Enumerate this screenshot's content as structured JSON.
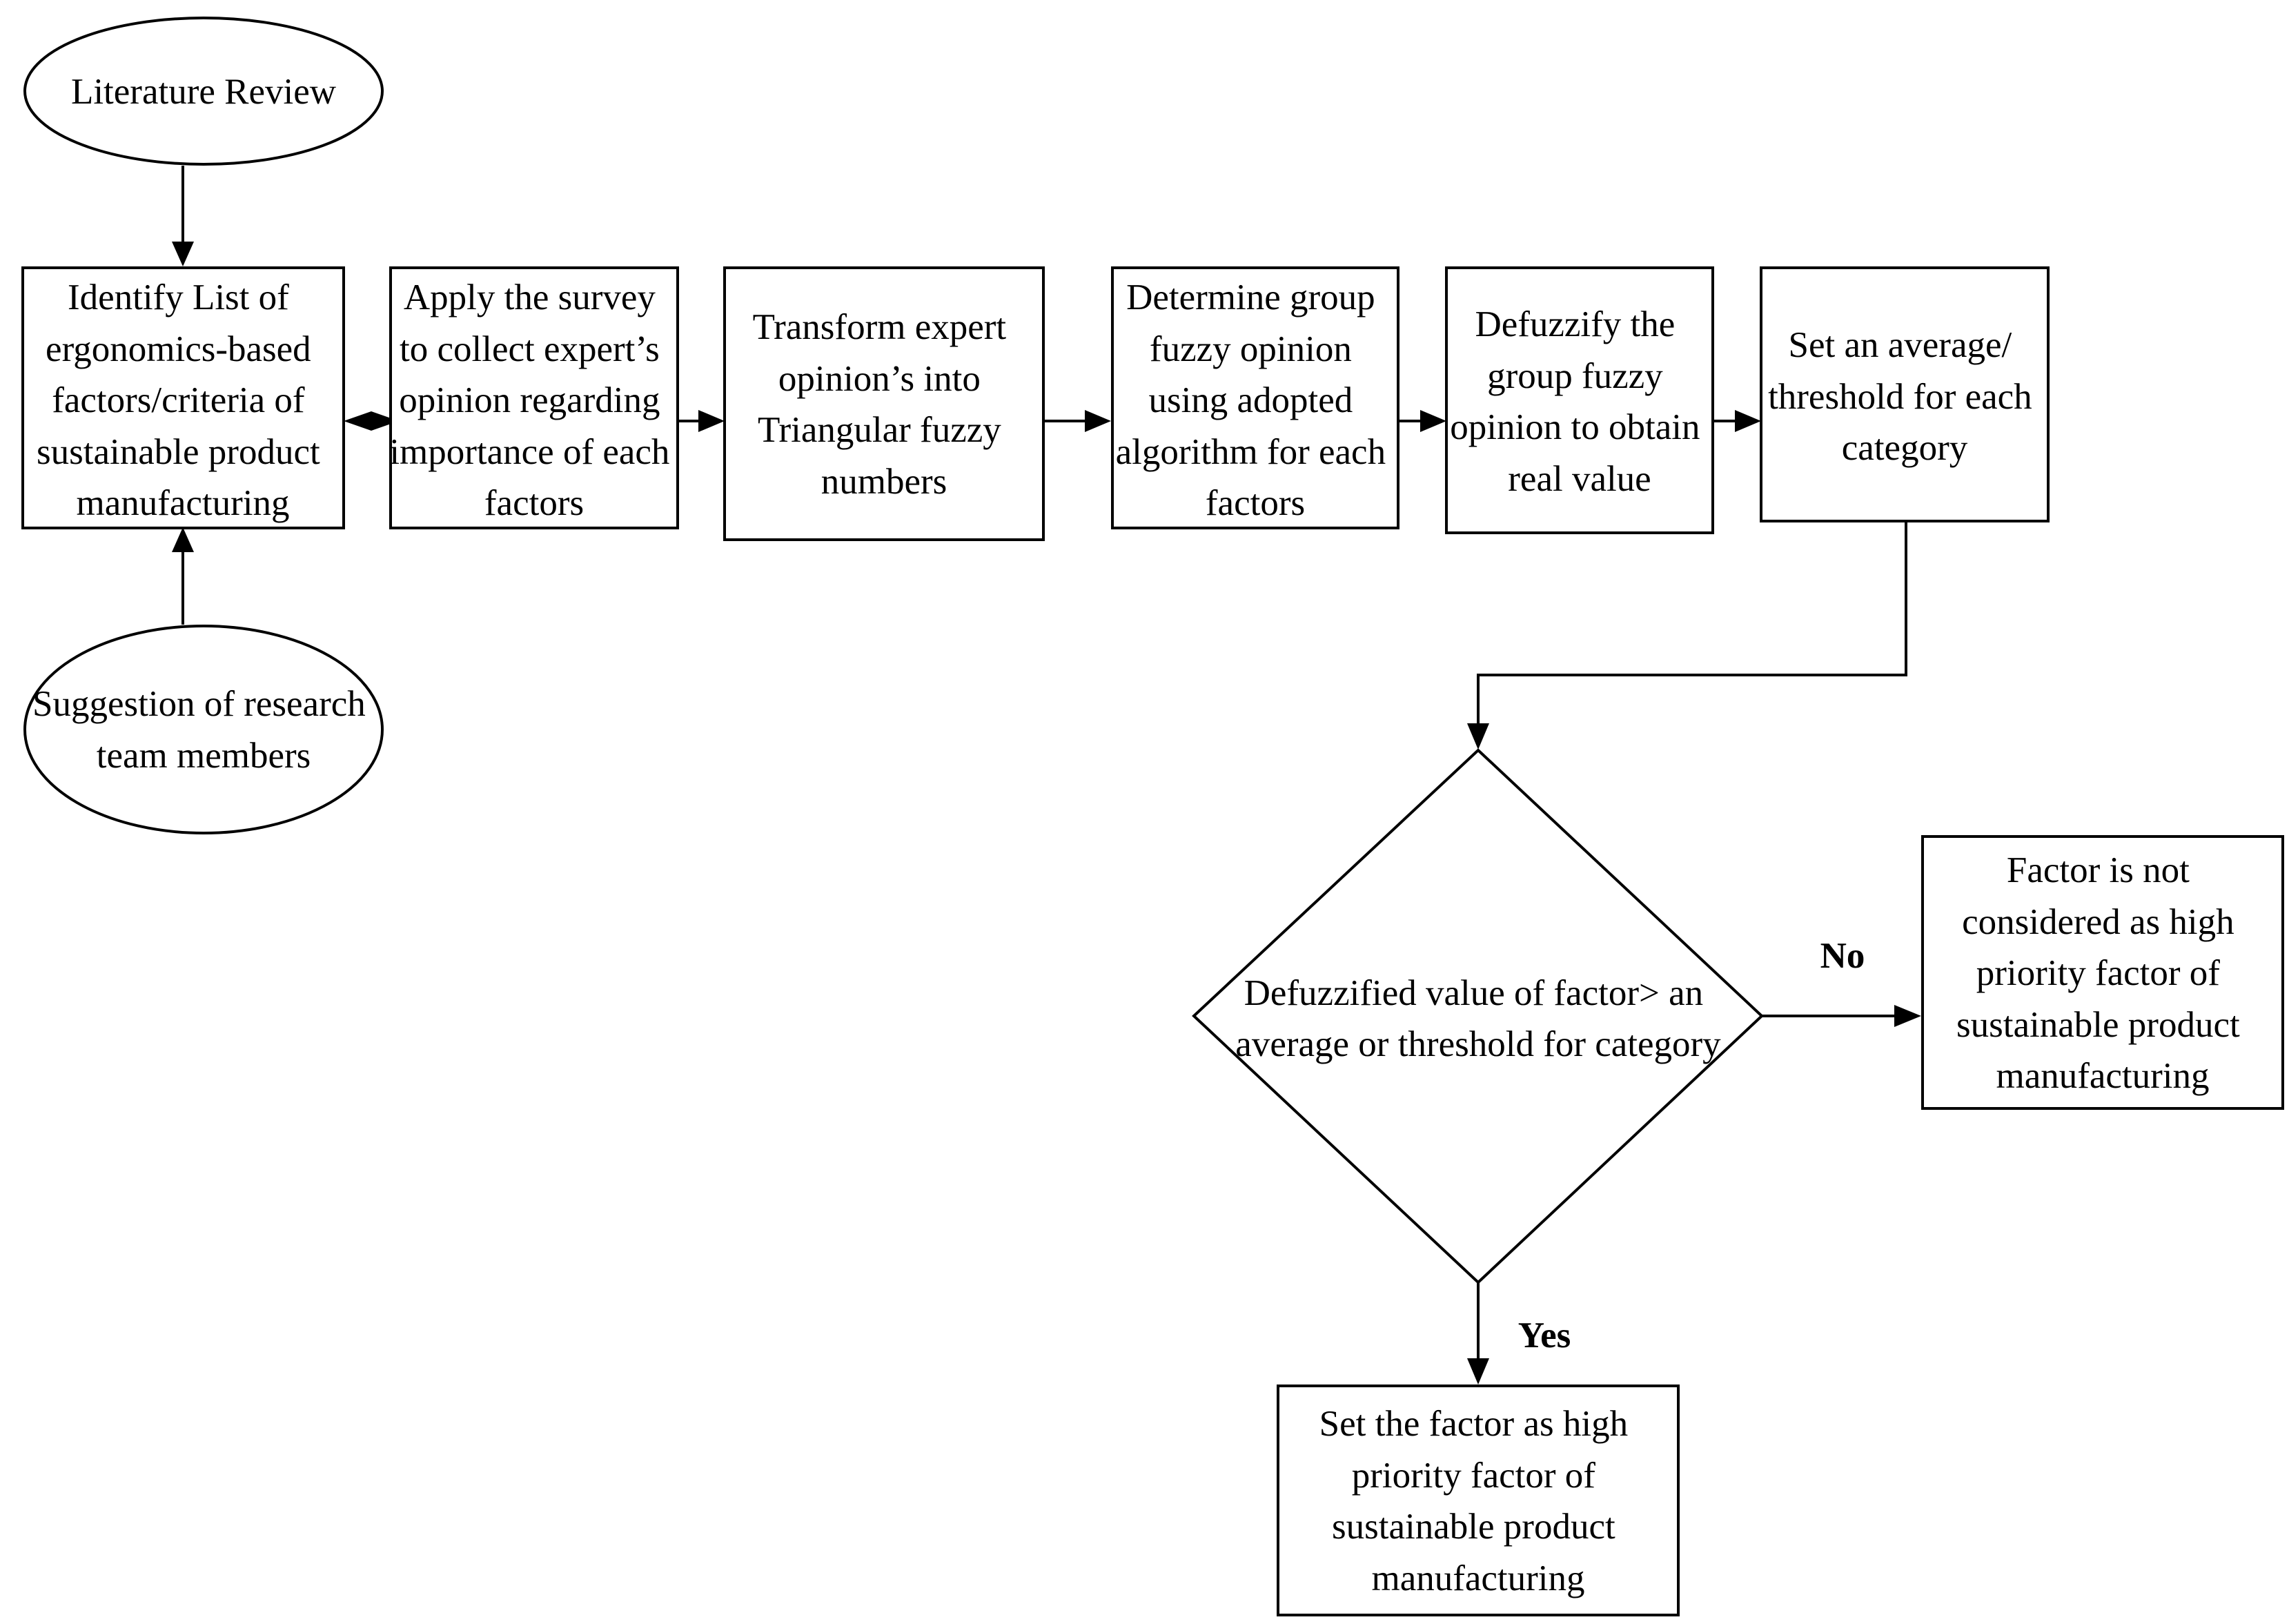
{
  "nodes": {
    "literature_review": [
      "Literature Review"
    ],
    "suggestion": [
      "Suggestion of research",
      "team members"
    ],
    "identify": [
      "Identify List of",
      "ergonomics-based",
      "factors/criteria of",
      "sustainable product",
      "manufacturing"
    ],
    "survey": [
      "Apply the survey",
      "to collect expert’s",
      "opinion regarding",
      "importance of each",
      "factors"
    ],
    "transform": [
      "Transform expert",
      "opinion’s into",
      "Triangular fuzzy",
      "numbers"
    ],
    "determine": [
      "Determine group",
      "fuzzy opinion",
      "using adopted",
      "algorithm for each",
      "factors"
    ],
    "defuzzify": [
      "Defuzzify the",
      "group fuzzy",
      "opinion to obtain",
      "real value"
    ],
    "set_average": [
      "Set an average/",
      "threshold for each",
      "category"
    ],
    "decision": [
      "Defuzzified value of factor> an",
      "average or threshold for category"
    ],
    "not_priority": [
      "Factor is not",
      "considered as high",
      "priority factor of",
      "sustainable product",
      "manufacturing"
    ],
    "high_priority": [
      "Set the factor as high",
      "priority factor of",
      "sustainable product",
      "manufacturing"
    ]
  },
  "edges": {
    "no_label": "No",
    "yes_label": "Yes"
  }
}
